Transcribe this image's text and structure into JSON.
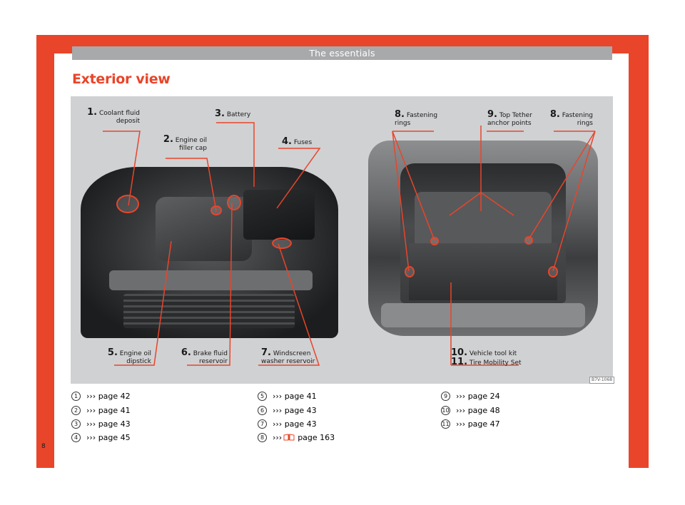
{
  "header": {
    "section": "The essentials"
  },
  "title": "Exterior view",
  "figure": {
    "code": "B7V-1068",
    "callouts": [
      {
        "num": "1.",
        "text": "Coolant fluid deposit"
      },
      {
        "num": "2.",
        "text": "Engine oil filler cap"
      },
      {
        "num": "3.",
        "text": "Battery"
      },
      {
        "num": "4.",
        "text": "Fuses"
      },
      {
        "num": "5.",
        "text": "Engine oil dipstick"
      },
      {
        "num": "6.",
        "text": "Brake fluid reservoir"
      },
      {
        "num": "7.",
        "text": "Windscreen washer reservoir"
      },
      {
        "num": "8.",
        "text": "Fastening rings"
      },
      {
        "num": "9.",
        "text": "Top Tether anchor points"
      },
      {
        "num": "8.",
        "text": "Fastening rings"
      },
      {
        "num": "10.",
        "text": "Vehicle tool kit"
      },
      {
        "num": "11.",
        "text": "Tire Mobility Set"
      }
    ]
  },
  "references": [
    {
      "badge": "1",
      "text": "››› page 42"
    },
    {
      "badge": "2",
      "text": "››› page 41"
    },
    {
      "badge": "3",
      "text": "››› page 43"
    },
    {
      "badge": "4",
      "text": "››› page 45"
    },
    {
      "badge": "5",
      "text": "››› page 41"
    },
    {
      "badge": "6",
      "text": "››› page 43"
    },
    {
      "badge": "7",
      "text": "››› page 43"
    },
    {
      "badge": "8",
      "prefix": "›››",
      "icon": "booklet-icon",
      "text": "page 163"
    },
    {
      "badge": "9",
      "text": "››› page 24"
    },
    {
      "badge": "10",
      "text": "››› page 48"
    },
    {
      "badge": "11",
      "text": "››› page 47"
    }
  ],
  "page_number": "8",
  "colors": {
    "accent": "#e8452a",
    "header_bar": "#a8a9ab",
    "figure_bg": "#d0d1d3"
  }
}
